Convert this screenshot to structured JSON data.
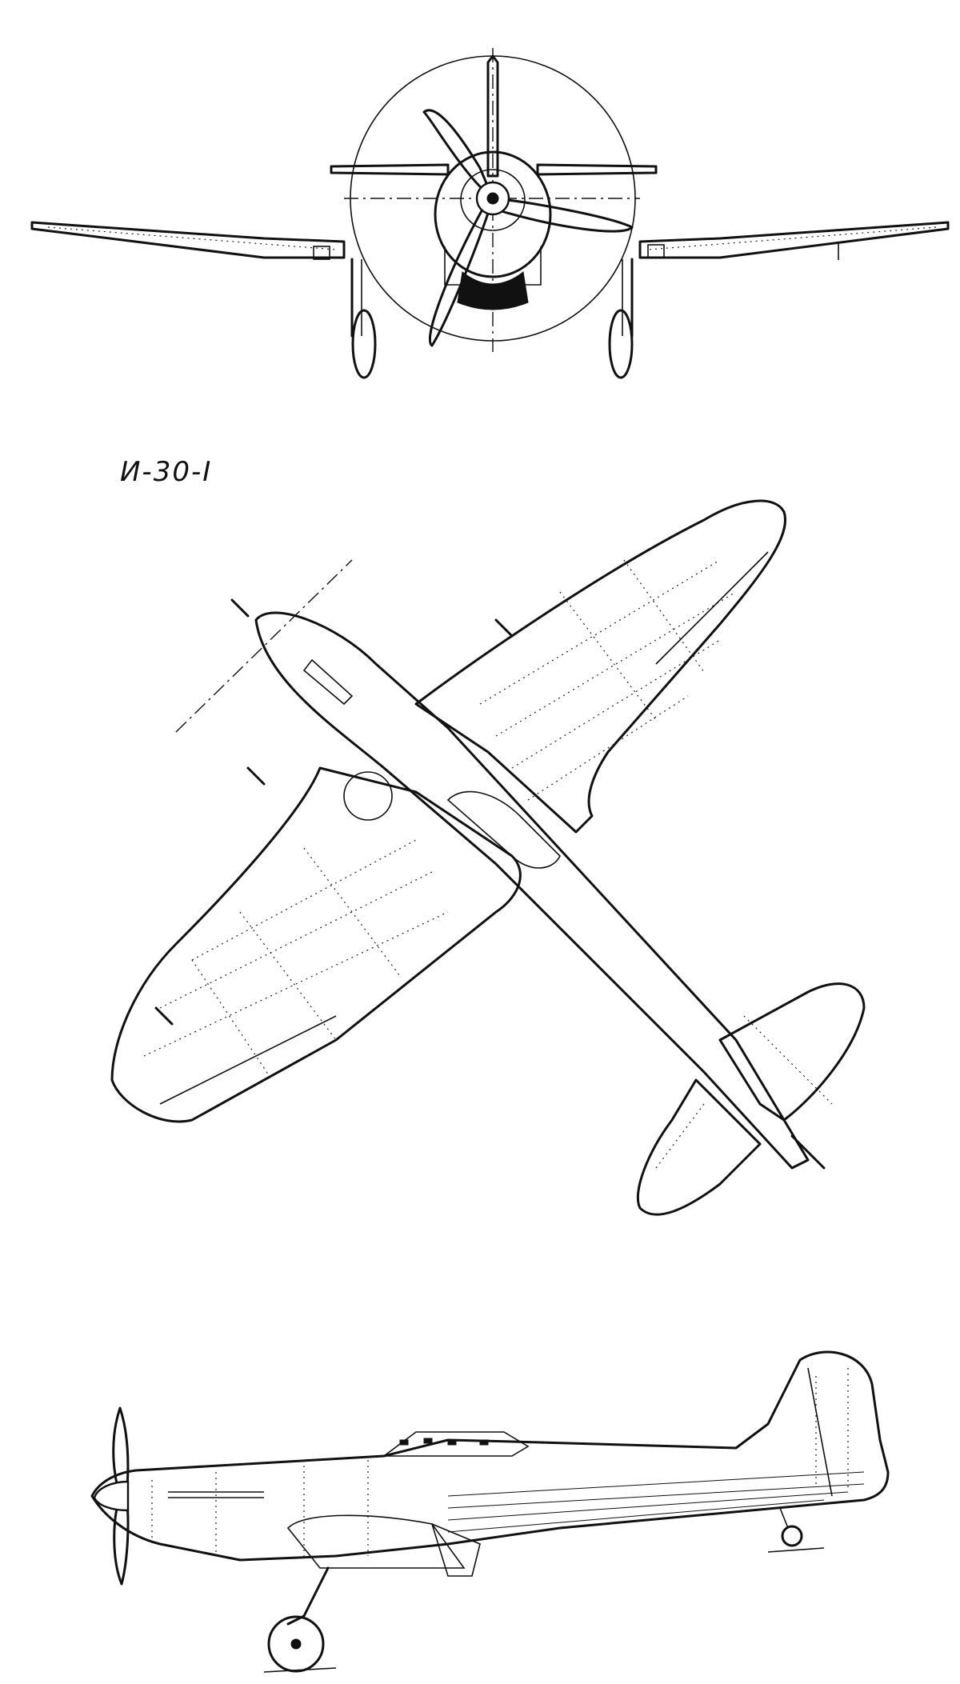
{
  "drawing": {
    "designation": "И-30-I",
    "views": [
      "front",
      "top",
      "side"
    ]
  }
}
